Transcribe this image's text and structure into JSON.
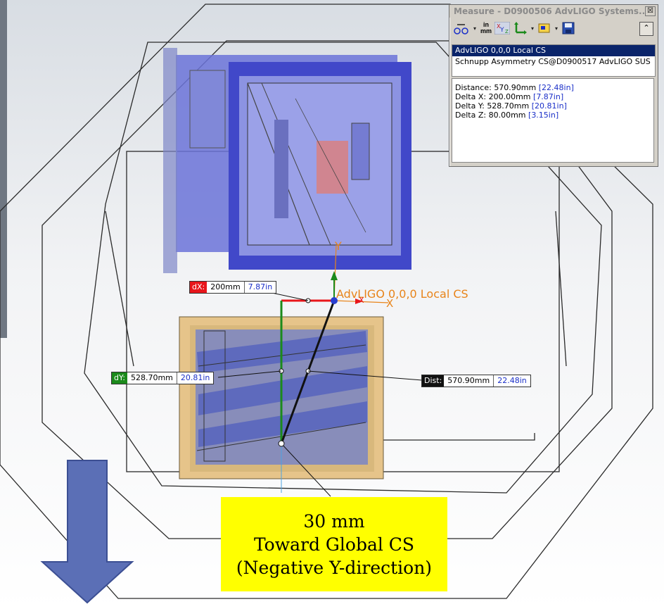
{
  "window": {
    "title": "Measure - D0900506 AdvLIGO Systems...",
    "close_glyph": "☒",
    "collapse_glyph": "⌃"
  },
  "toolbar": {
    "icons": [
      "arc-measure-icon",
      "units-icon",
      "xyz-axes-icon",
      "point-to-point-icon",
      "coordinate-system-icon",
      "save-icon"
    ],
    "units_top": "in",
    "units_bottom": "mm",
    "caret": "▾"
  },
  "selections": [
    "AdvLIGO 0,0,0 Local CS",
    "Schnupp Asymmetry CS@D0900517 AdvLIGO SUS"
  ],
  "results": {
    "distance": {
      "label": "Distance:",
      "value": "570.90mm",
      "alt": "22.48in"
    },
    "delta_x": {
      "label": "Delta X:",
      "value": "200.00mm",
      "alt": "7.87in"
    },
    "delta_y": {
      "label": "Delta Y:",
      "value": "528.70mm",
      "alt": "20.81in"
    },
    "delta_z": {
      "label": "Delta Z:",
      "value": "80.00mm",
      "alt": "3.15in"
    }
  },
  "callouts": {
    "dx": {
      "label": "dX:",
      "value": "200mm",
      "alt": "7.87in",
      "color": "#e8161b"
    },
    "dy": {
      "label": "dY:",
      "value": "528.70mm",
      "alt": "20.81in",
      "color": "#1b8a1b"
    },
    "dist": {
      "label": "Dist:",
      "value": "570.90mm",
      "alt": "22.48in",
      "color": "#111111"
    }
  },
  "cs": {
    "label": "AdvLIGO 0,0,0 Local CS",
    "x_axis": "X",
    "y_axis": "Y",
    "x_axis_small": "X"
  },
  "note": {
    "line1": "30 mm",
    "line2": "Toward Global CS",
    "line3": "(Negative Y-direction)"
  },
  "colors": {
    "accent_blue": "#1a2fc8",
    "cs_orange": "#e8841a",
    "note_yellow": "#ffff00",
    "arrow_fill": "#5b6fb6"
  }
}
